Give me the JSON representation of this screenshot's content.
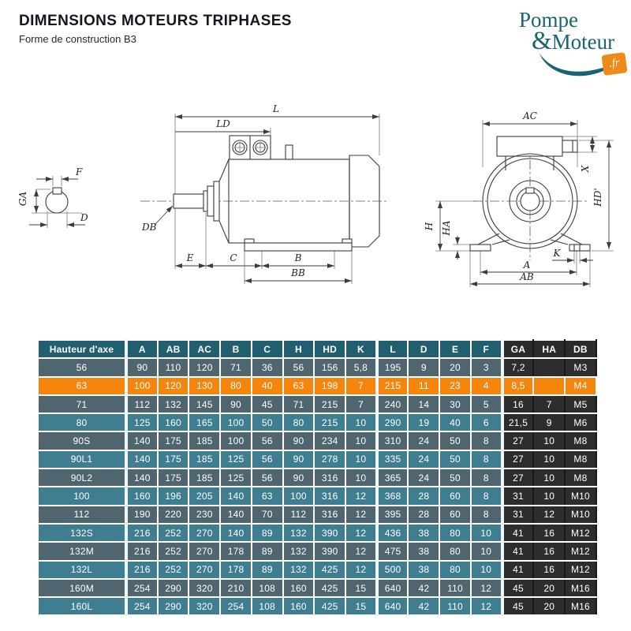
{
  "header": {
    "title": "DIMENSIONS MOTEURS TRIPHASES",
    "subtitle": "Forme de construction B3"
  },
  "logo": {
    "line1": "Pompe",
    "amp": "&",
    "line2": "Moteur",
    "badge": ".fr",
    "teal": "#1A6374",
    "orange": "#EE8A17"
  },
  "diagram": {
    "labels": {
      "L": "L",
      "LD": "LD",
      "DB": "DB",
      "E": "E",
      "C": "C",
      "B": "B",
      "BB": "BB",
      "AC": "AC",
      "X": "X",
      "HD": "HD'",
      "H": "H",
      "HA": "HA",
      "K": "K",
      "A": "A",
      "AB": "AB",
      "GA": "GA",
      "F": "F",
      "D": "D"
    }
  },
  "table": {
    "columns": [
      "Hauteur d'axe",
      "A",
      "AB",
      "AC",
      "B",
      "C",
      "H",
      "HD",
      "K",
      "L",
      "D",
      "E",
      "F",
      "GA",
      "HA",
      "DB"
    ],
    "dark_columns_from_index": 13,
    "group_separator_columns": [
      1,
      9,
      13
    ],
    "highlight_row": "63",
    "colors": {
      "header_bg": "#215F70",
      "row_dark": "#4F656F",
      "row_teal": "#3F7D90",
      "highlight": "#F6850E",
      "dark_cols_bg": "#2D2D2D",
      "text": "#FFFFFF"
    },
    "rows": [
      [
        "56",
        "90",
        "110",
        "120",
        "71",
        "36",
        "56",
        "156",
        "5,8",
        "195",
        "9",
        "20",
        "3",
        "7,2",
        "",
        "M3"
      ],
      [
        "63",
        "100",
        "120",
        "130",
        "80",
        "40",
        "63",
        "198",
        "7",
        "215",
        "11",
        "23",
        "4",
        "8,5",
        "",
        "M4"
      ],
      [
        "71",
        "112",
        "132",
        "145",
        "90",
        "45",
        "71",
        "215",
        "7",
        "240",
        "14",
        "30",
        "5",
        "16",
        "7",
        "M5"
      ],
      [
        "80",
        "125",
        "160",
        "165",
        "100",
        "50",
        "80",
        "215",
        "10",
        "290",
        "19",
        "40",
        "6",
        "21,5",
        "9",
        "M6"
      ],
      [
        "90S",
        "140",
        "175",
        "185",
        "100",
        "56",
        "90",
        "234",
        "10",
        "310",
        "24",
        "50",
        "8",
        "27",
        "10",
        "M8"
      ],
      [
        "90L1",
        "140",
        "175",
        "185",
        "125",
        "56",
        "90",
        "278",
        "10",
        "335",
        "24",
        "50",
        "8",
        "27",
        "10",
        "M8"
      ],
      [
        "90L2",
        "140",
        "175",
        "185",
        "125",
        "56",
        "90",
        "316",
        "10",
        "365",
        "24",
        "50",
        "8",
        "27",
        "10",
        "M8"
      ],
      [
        "100",
        "160",
        "196",
        "205",
        "140",
        "63",
        "100",
        "316",
        "12",
        "368",
        "28",
        "60",
        "8",
        "31",
        "10",
        "M10"
      ],
      [
        "112",
        "190",
        "220",
        "230",
        "140",
        "70",
        "112",
        "316",
        "12",
        "395",
        "28",
        "60",
        "8",
        "31",
        "12",
        "M10"
      ],
      [
        "132S",
        "216",
        "252",
        "270",
        "140",
        "89",
        "132",
        "390",
        "12",
        "436",
        "38",
        "80",
        "10",
        "41",
        "16",
        "M12"
      ],
      [
        "132M",
        "216",
        "252",
        "270",
        "178",
        "89",
        "132",
        "390",
        "12",
        "475",
        "38",
        "80",
        "10",
        "41",
        "16",
        "M12"
      ],
      [
        "132L",
        "216",
        "252",
        "270",
        "178",
        "89",
        "132",
        "425",
        "12",
        "500",
        "38",
        "80",
        "10",
        "41",
        "16",
        "M12"
      ],
      [
        "160M",
        "254",
        "290",
        "320",
        "210",
        "108",
        "160",
        "425",
        "15",
        "640",
        "42",
        "110",
        "12",
        "45",
        "20",
        "M16"
      ],
      [
        "160L",
        "254",
        "290",
        "320",
        "254",
        "108",
        "160",
        "425",
        "15",
        "640",
        "42",
        "110",
        "12",
        "45",
        "20",
        "M16"
      ]
    ]
  }
}
